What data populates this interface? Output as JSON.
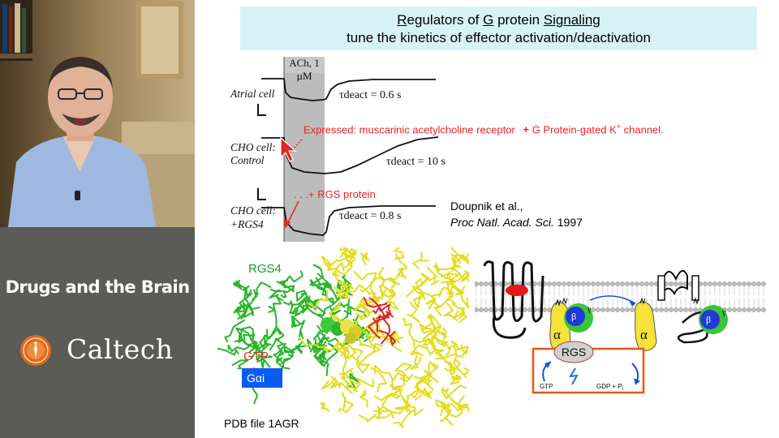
{
  "sidebar": {
    "course_title": "Drugs and the Brain",
    "institution": "Caltech"
  },
  "slide": {
    "title_line1": {
      "parts": [
        {
          "text": "R",
          "u": true
        },
        {
          "text": "egulators of ",
          "u": false
        },
        {
          "text": "G",
          "u": true
        },
        {
          "text": " protein ",
          "u": false
        },
        {
          "text": "Signaling",
          "u": true
        }
      ]
    },
    "title_line2": "tune the kinetics of effector activation/deactivation",
    "traces": {
      "ach_label": "ACh, 1 µM",
      "atrial_label": "Atrial cell",
      "atrial_tau": "τdeact = 0.6 s",
      "cho_control_label_1": "CHO cell:",
      "cho_control_label_2": "Control",
      "cho_control_tau": "τdeact = 10 s",
      "cho_rgs_label_1": "CHO cell:",
      "cho_rgs_label_2": "+RGS4",
      "cho_rgs_tau": "τdeact = 0.8 s"
    },
    "annotations": {
      "expressed_prefix": "Expressed: muscarinic acetylcholine receptor",
      "expressed_plus": "+",
      "expressed_suffix": "G Protein-gated K",
      "expressed_sup": "+",
      "expressed_end": " channel.",
      "rgs_protein": ". . .+ RGS protein"
    },
    "citation": {
      "line1": "Doupnik et al.,",
      "line2_italic": "Proc Natl. Acad. Sci.",
      "line2_year": " 1997"
    },
    "structure": {
      "rgs4_label": "RGS4",
      "gtp_label": "GTP",
      "galpha_label": "Gαi",
      "pdb_caption": "PDB file 1AGR"
    },
    "schematic": {
      "alpha_left": "α",
      "beta_left": "β",
      "gamma_left": "γ",
      "alpha_mid": "α",
      "beta_right": "β",
      "gamma_right": "γ",
      "rgs_label": "RGS",
      "gtp_label": "GTP",
      "gdp_label": "GDP + P",
      "gdp_sub": "i"
    }
  },
  "colors": {
    "title_bg": "#d8f3f8",
    "annotation_red": "#ee2222",
    "rgs4_green": "#1d9c2a",
    "galpha_blue": "#0a5cf0",
    "sidebar_gray": "#5b5b57"
  }
}
